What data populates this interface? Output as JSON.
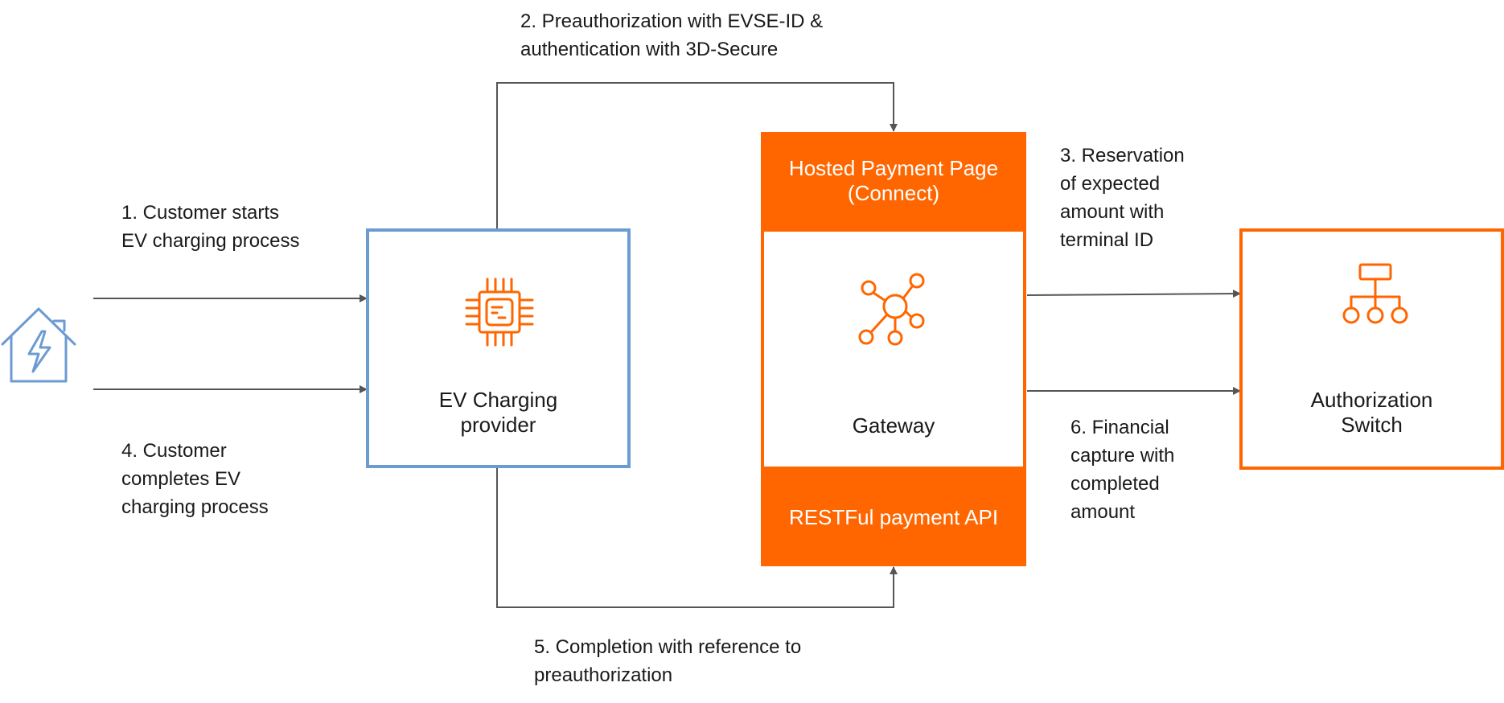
{
  "steps": {
    "step1": "1. Customer starts\nEV charging process",
    "step2": "2. Preauthorization with EVSE-ID  &\nauthentication with 3D-Secure",
    "step3": "3. Reservation\nof expected\namount with\nterminal ID",
    "step4": "4. Customer\ncompletes EV\ncharging process",
    "step5": "5. Completion with reference to\npreauthorization",
    "step6": "6. Financial\ncapture with\ncompleted\namount"
  },
  "nodes": {
    "provider": "EV Charging\nprovider",
    "gateway": "Gateway",
    "hpp": "Hosted Payment Page\n(Connect)",
    "rest_api": "RESTFul payment API",
    "auth_switch": "Authorization\nSwitch"
  },
  "icons": {
    "home": "ev-charging-home-icon",
    "provider": "chip-icon",
    "gateway": "network-hub-icon",
    "auth_switch": "hierarchy-icon"
  },
  "colors": {
    "accent": "#ff6600",
    "provider_border": "#6c9bd2",
    "line": "#555555"
  }
}
